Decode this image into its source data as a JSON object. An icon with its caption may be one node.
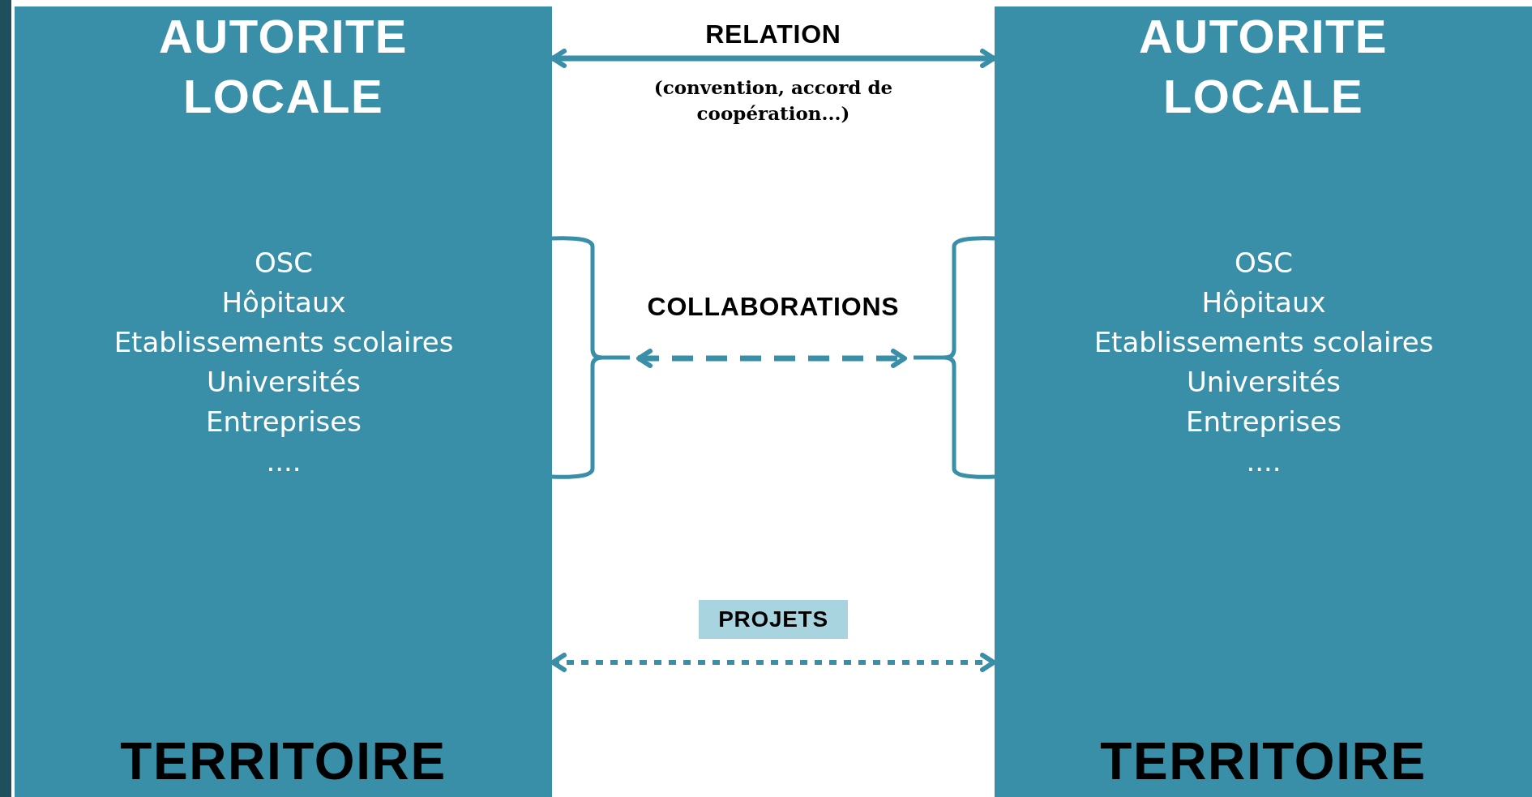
{
  "diagram": {
    "nodes": [
      {
        "text": [
          "AUTORITE LOCALE",
          "TERRITOIRE"
        ]
      },
      {
        "text": [
          "OSC",
          "Hôpitaux",
          "Etablissements scolaires",
          "Universités",
          "Entreprises",
          "...."
        ],
        "in": 0
      },
      {
        "text": [],
        "shape": "bracket"
      },
      {
        "text": [
          "AUTORITE LOCALE",
          "TERRITOIRE"
        ]
      },
      {
        "text": [
          "OSC",
          "Hôpitaux",
          "Etablissements scolaires",
          "Universités",
          "Entreprises",
          "...."
        ],
        "in": 3
      },
      {
        "text": [],
        "shape": "bracket"
      }
    ],
    "edges": [
      {
        "from": 0,
        "to": 3,
        "arrow": "both",
        "label": "RELATION"
      },
      {
        "from": 2,
        "to": 5,
        "arrow": "both",
        "label": "COLLABORATIONS",
        "style": "dashed"
      },
      {
        "from": 0,
        "to": 3,
        "arrow": "both",
        "label": "PROJETS",
        "style": "dashed"
      }
    ],
    "labels": [
      "(convention, accord de coopération...)"
    ]
  }
}
